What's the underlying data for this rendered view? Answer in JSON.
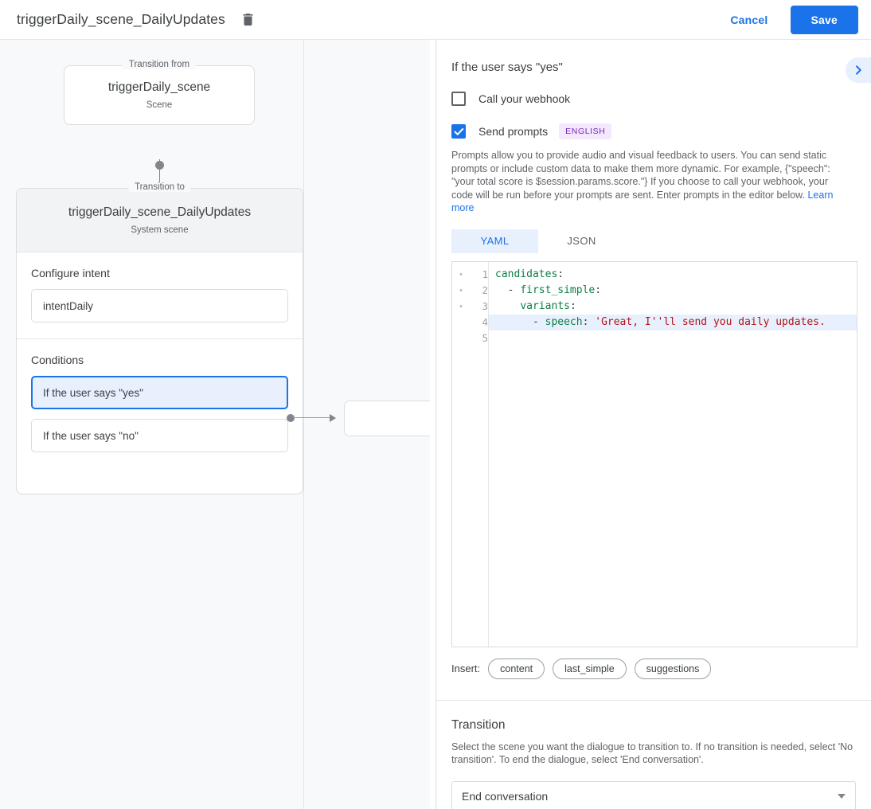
{
  "topbar": {
    "title": "triggerDaily_scene_DailyUpdates",
    "delete_icon": "trash-icon",
    "cancel_label": "Cancel",
    "save_label": "Save",
    "save_color": "#1a73e8"
  },
  "canvas": {
    "from_legend": "Transition from",
    "from_title": "triggerDaily_scene",
    "from_subtitle": "Scene",
    "to_legend": "Transition to",
    "to_title": "triggerDaily_scene_DailyUpdates",
    "to_subtitle": "System scene",
    "intent_section_label": "Configure intent",
    "intent_value": "intentDaily",
    "conditions_section_label": "Conditions",
    "conditions": [
      {
        "label": "If the user says \"yes\"",
        "selected": true
      },
      {
        "label": "If the user says \"no\"",
        "selected": false
      }
    ]
  },
  "panel": {
    "title": "If the user says \"yes\"",
    "expand_icon": "chevron-right-icon",
    "webhook": {
      "label": "Call your webhook",
      "checked": false
    },
    "prompts": {
      "label": "Send prompts",
      "checked": true,
      "badge": "ENGLISH",
      "badge_color": "#7627bb"
    },
    "description": "Prompts allow you to provide audio and visual feedback to users. You can send static prompts or include custom data to make them more dynamic. For example, {\"speech\": \"your total score is $session.params.score.\"} If you choose to call your webhook, your code will be run before your prompts are sent. Enter prompts in the editor below.",
    "learn_more": "Learn more",
    "tabs": [
      {
        "label": "YAML",
        "active": true
      },
      {
        "label": "JSON",
        "active": false
      }
    ],
    "editor": {
      "line_numbers": [
        "1",
        "2",
        "3",
        "4",
        "5"
      ],
      "fold_markers": [
        "▾",
        "▾",
        "▾",
        "",
        ""
      ],
      "active_line": 4,
      "lines": [
        {
          "key": "candidates",
          "punct": ":",
          "indent": "",
          "dash": false,
          "value": ""
        },
        {
          "key": "first_simple",
          "punct": ":",
          "indent": "  ",
          "dash": true,
          "value": ""
        },
        {
          "key": "variants",
          "punct": ":",
          "indent": "    ",
          "dash": false,
          "value": ""
        },
        {
          "key": "speech",
          "punct": ": ",
          "indent": "      ",
          "dash": true,
          "value": "'Great, I''ll send you daily updates."
        },
        {
          "key": "",
          "punct": "",
          "indent": "",
          "dash": false,
          "value": ""
        }
      ]
    },
    "insert": {
      "label": "Insert:",
      "chips": [
        "content",
        "last_simple",
        "suggestions"
      ]
    },
    "transition": {
      "title": "Transition",
      "description": "Select the scene you want the dialogue to transition to. If no transition is needed, select 'No transition'. To end the dialogue, select 'End conversation'.",
      "selected": "End conversation"
    }
  }
}
